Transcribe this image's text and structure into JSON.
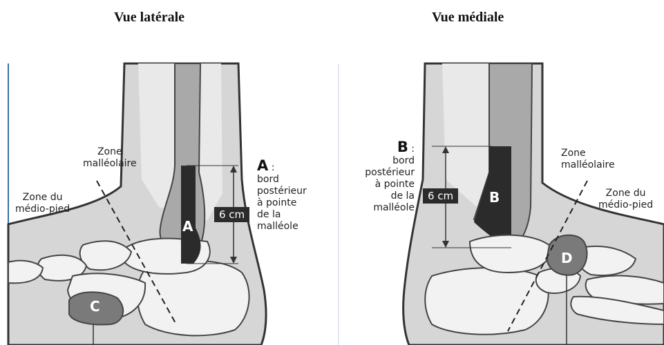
{
  "titles": {
    "left": "Vue latérale",
    "right": "Vue médiale"
  },
  "left": {
    "zone_malleolaire": [
      "Zone",
      "malléolaire"
    ],
    "zone_medio_pied": [
      "Zone du",
      "médio-pied"
    ],
    "region_a": "A",
    "region_c": "C",
    "distance": "6 cm",
    "caption_letter": "A",
    "caption_colon": " :",
    "caption_lines": [
      "bord",
      "postérieur",
      "à pointe",
      "de la",
      "malléole"
    ]
  },
  "right": {
    "zone_malleolaire": [
      "Zone",
      "malléolaire"
    ],
    "zone_medio_pied": [
      "Zone du",
      "médio-pied"
    ],
    "region_b": "B",
    "region_d": "D",
    "distance": "6 cm",
    "caption_letter": "B",
    "caption_colon": " :",
    "caption_lines": [
      "bord",
      "postérieur",
      "à pointe",
      "de la",
      "malléole"
    ]
  },
  "colors": {
    "background": "#ffffff",
    "skin": "#d6d6d6",
    "bone_light": "#f2f2f2",
    "bone_shaft": "#a9a9a9",
    "region_dark": "#2b2b2b",
    "region_mid": "#7a7a7a",
    "outline": "#444444",
    "frame_line": "#3c6ea5"
  }
}
